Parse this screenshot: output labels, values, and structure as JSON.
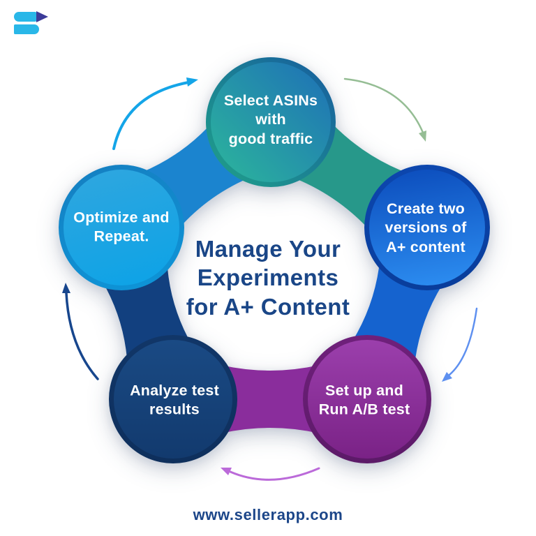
{
  "logo": {
    "icon": "sellerapp-logo",
    "bar_color": "#29B7E8",
    "play_color": "#3C3B99"
  },
  "center": {
    "title": "Manage Your\nExperiments\nfor A+ Content",
    "color": "#1A4687"
  },
  "steps": [
    {
      "name": "select-asins",
      "label": "Select ASINs\nwith\ngood traffic",
      "fill": [
        "#2CB79B",
        "#1E6FB7"
      ],
      "rim": [
        "#1FA289",
        "#175C9F"
      ]
    },
    {
      "name": "create-two-versions",
      "label": "Create two\nversions of\nA+ content",
      "fill": [
        "#0D4FBE",
        "#2B8BEF"
      ],
      "rim": [
        "#0C46AE",
        "#093D9B"
      ]
    },
    {
      "name": "setup-run-ab-test",
      "label": "Set up and\nRun A/B test",
      "fill": [
        "#9B3FAC",
        "#7A2286"
      ],
      "rim": [
        "#6F207B",
        "#5C1A68"
      ]
    },
    {
      "name": "analyze-test-results",
      "label": "Analyze test\nresults",
      "fill": [
        "#1A4A84",
        "#123A6E"
      ],
      "rim": [
        "#113668",
        "#0E2F5C"
      ]
    },
    {
      "name": "optimize-and-repeat",
      "label": "Optimize and\nRepeat.",
      "fill": [
        "#2EA6DF",
        "#0FA3E6"
      ],
      "rim": [
        "#1580C2",
        "#0E93D6"
      ]
    }
  ],
  "bands": [
    {
      "name": "band-optimize-select",
      "color": "#1B84CF"
    },
    {
      "name": "band-select-create",
      "color": "#27988A"
    },
    {
      "name": "band-create-setup",
      "color": "#1563CF"
    },
    {
      "name": "band-setup-analyze",
      "color": "#8A2D9C"
    },
    {
      "name": "band-analyze-optimize",
      "color": "#12407F"
    }
  ],
  "arrows": [
    {
      "name": "arrow-optimize-to-select",
      "color": "#14A5E8"
    },
    {
      "name": "arrow-select-to-create",
      "color": "#95BD94"
    },
    {
      "name": "arrow-create-to-setup",
      "color": "#5E90F0"
    },
    {
      "name": "arrow-setup-to-analyze",
      "color": "#BB6AD9"
    },
    {
      "name": "arrow-analyze-to-optimize",
      "color": "#17468D"
    }
  ],
  "footer": {
    "website": "www.sellerapp.com",
    "color": "#1C4689"
  }
}
